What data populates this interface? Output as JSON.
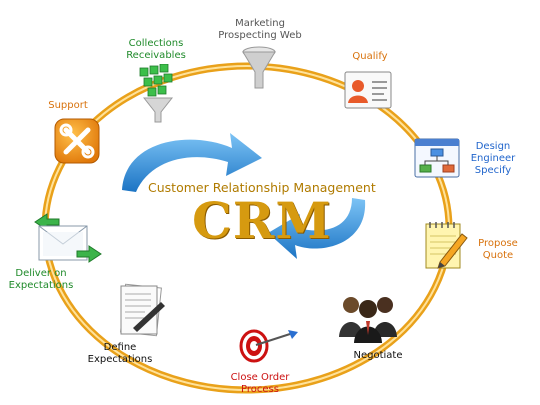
{
  "colors": {
    "ring": "#f2a51d",
    "ring_light": "#ffd977",
    "arrow_blue": "#2f8fd8",
    "center_subtitle": "#b07b00",
    "center_title": "#d69a10",
    "grey": "#666666",
    "green": "#1f8a2a",
    "orange": "#d8720c",
    "blue": "#2266cc",
    "red": "#cc1111",
    "black": "#111111"
  },
  "center": {
    "subtitle": "Customer Relationship Management",
    "title": "CRM"
  },
  "stages": [
    {
      "key": "marketing",
      "lines": [
        "Marketing",
        "Prospecting Web"
      ],
      "color": "#555555",
      "icon": "funnel-icon"
    },
    {
      "key": "qualify",
      "lines": [
        "Qualify"
      ],
      "color": "#d8720c",
      "icon": "id-card-icon"
    },
    {
      "key": "design",
      "lines": [
        "Design",
        "Engineer",
        "Specify"
      ],
      "color": "#2266cc",
      "icon": "flowchart-window-icon"
    },
    {
      "key": "propose",
      "lines": [
        "Propose",
        "Quote"
      ],
      "color": "#d8720c",
      "icon": "notepad-pencil-icon"
    },
    {
      "key": "negotiate",
      "lines": [
        "Negotiate"
      ],
      "color": "#111111",
      "icon": "people-group-icon"
    },
    {
      "key": "close",
      "lines": [
        "Close Order",
        "Process"
      ],
      "color": "#cc1111",
      "icon": "target-dart-icon"
    },
    {
      "key": "define",
      "lines": [
        "Define",
        "Expectations"
      ],
      "color": "#111111",
      "icon": "document-pen-icon"
    },
    {
      "key": "deliver",
      "lines": [
        "Deliver on",
        "Expectations"
      ],
      "color": "#1f8a2a",
      "icon": "mail-arrows-icon"
    },
    {
      "key": "support",
      "lines": [
        "Support"
      ],
      "color": "#d8720c",
      "icon": "tools-icon"
    },
    {
      "key": "collections",
      "lines": [
        "Collections",
        "Receivables"
      ],
      "color": "#1f8a2a",
      "icon": "money-funnel-icon"
    }
  ]
}
